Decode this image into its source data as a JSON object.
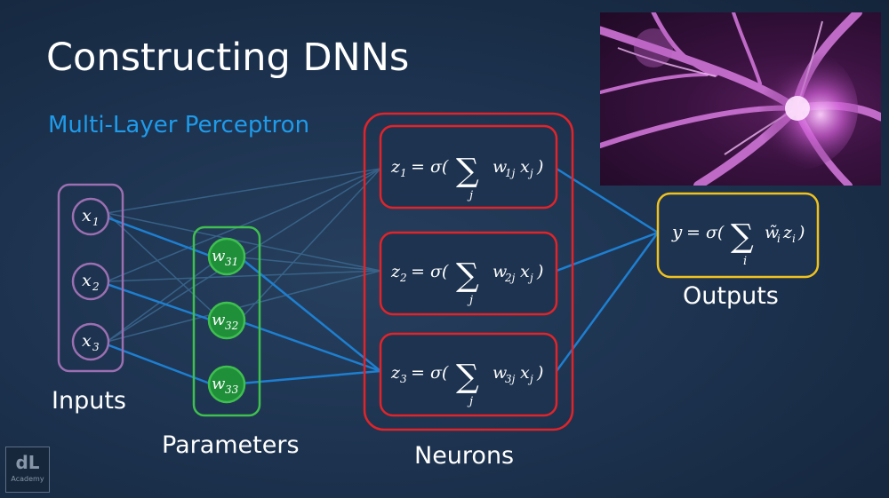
{
  "slide": {
    "title": "Constructing DNNs",
    "subtitle": "Multi-Layer Perceptron"
  },
  "labels": {
    "inputs": "Inputs",
    "parameters": "Parameters",
    "neurons": "Neurons",
    "outputs": "Outputs"
  },
  "inputs": [
    {
      "sym": "x",
      "sub": "1"
    },
    {
      "sym": "x",
      "sub": "2"
    },
    {
      "sym": "x",
      "sub": "3"
    }
  ],
  "parameters": [
    {
      "sym": "w",
      "sub": "31"
    },
    {
      "sym": "w",
      "sub": "32"
    },
    {
      "sym": "w",
      "sub": "33"
    }
  ],
  "neurons": [
    {
      "lhs": "z",
      "lhs_sub": "1",
      "eq": "= σ(",
      "sum": "∑",
      "sum_index": "j",
      "w": "w",
      "w_sub": "1j",
      "x": "x",
      "x_sub": "j",
      "close": ")"
    },
    {
      "lhs": "z",
      "lhs_sub": "2",
      "eq": "= σ(",
      "sum": "∑",
      "sum_index": "j",
      "w": "w",
      "w_sub": "2j",
      "x": "x",
      "x_sub": "j",
      "close": ")"
    },
    {
      "lhs": "z",
      "lhs_sub": "3",
      "eq": "= σ(",
      "sum": "∑",
      "sum_index": "j",
      "w": "w",
      "w_sub": "3j",
      "x": "x",
      "x_sub": "j",
      "close": ")"
    }
  ],
  "output": {
    "lhs": "y",
    "eq": "= σ(",
    "sum": "∑",
    "sum_index": "i",
    "w": "w̃",
    "w_sub": "i",
    "z": "z",
    "z_sub": "i",
    "close": ")"
  },
  "logo": {
    "mark": "dL",
    "text": "Academy"
  },
  "colors": {
    "background": "#1d3350",
    "subtitle": "#1f9bea",
    "inputs_border": "#9b6fb0",
    "parameters_border": "#3fbf4f",
    "parameter_fill": "#1f8f3a",
    "neurons_border": "#e0242a",
    "output_border": "#f0c21e",
    "connection_strong": "#1e7fd0",
    "connection_faint": "#3f6f98"
  },
  "icons": {
    "photo": "neuron-cell-image",
    "logo": "dl-academy-logo"
  }
}
